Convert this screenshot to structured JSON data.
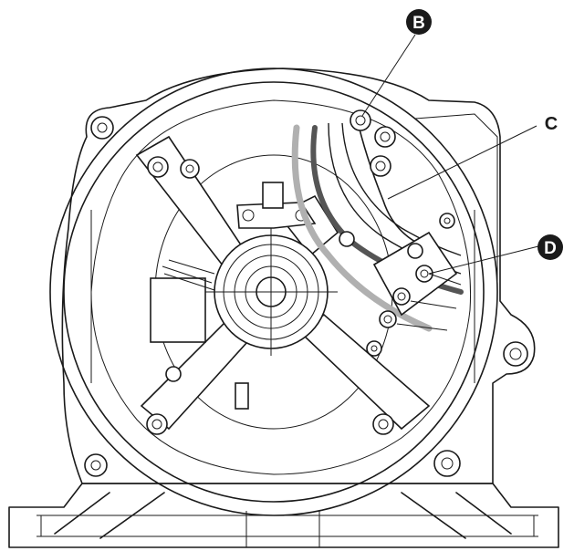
{
  "figure": {
    "callouts": [
      {
        "id": "B",
        "label": "B",
        "style": "filled-circle"
      },
      {
        "id": "C",
        "label": "C",
        "style": "plain"
      },
      {
        "id": "D",
        "label": "D",
        "style": "filled-circle"
      }
    ]
  },
  "colors": {
    "line": "#1a1a1a",
    "wire_dark": "#555555",
    "wire_red": "#b0b0b0",
    "background": "#ffffff"
  }
}
